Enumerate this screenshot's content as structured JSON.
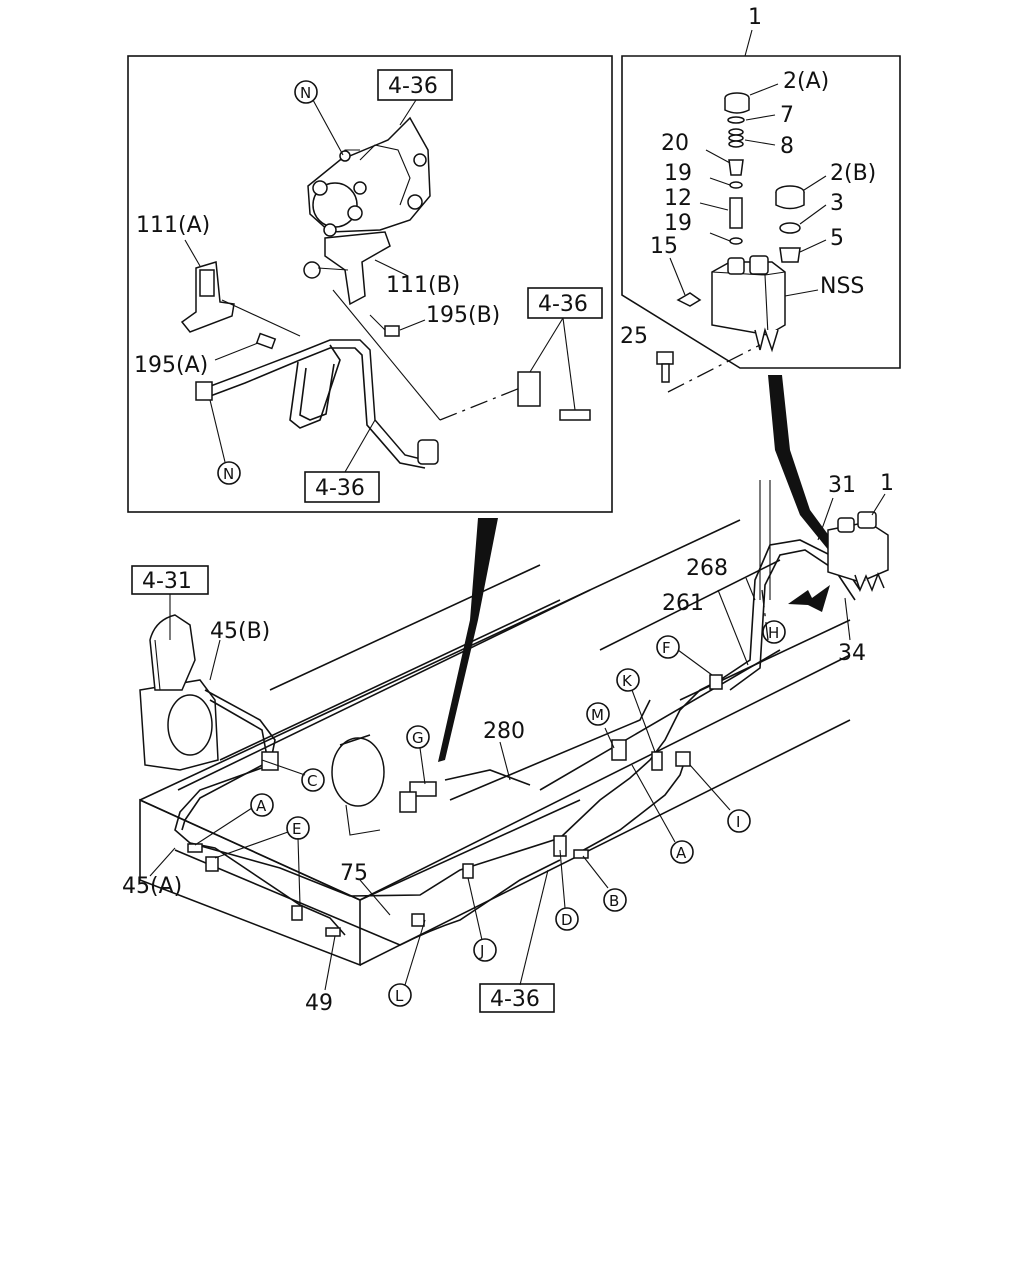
{
  "inset_left": {
    "ref_top": "4-36",
    "ref_right": "4-36",
    "ref_bottom": "4-36",
    "labels": [
      "111(A)",
      "111(B)",
      "195(B)",
      "195(A)"
    ],
    "circles": [
      "N",
      "N"
    ]
  },
  "inset_right": {
    "assembly_number": "1",
    "labels": [
      "2(A)",
      "7",
      "8",
      "20",
      "19",
      "12",
      "19",
      "15",
      "2(B)",
      "3",
      "5",
      "NSS",
      "25"
    ]
  },
  "main": {
    "ref_4_31": "4-31",
    "ref_4_36": "4-36",
    "labels": [
      "45(B)",
      "45(A)",
      "49",
      "75",
      "280",
      "268",
      "261",
      "31",
      "1",
      "34"
    ],
    "circles": [
      "A",
      "E",
      "C",
      "G",
      "M",
      "K",
      "F",
      "H",
      "I",
      "A",
      "B",
      "D",
      "J",
      "L"
    ]
  }
}
